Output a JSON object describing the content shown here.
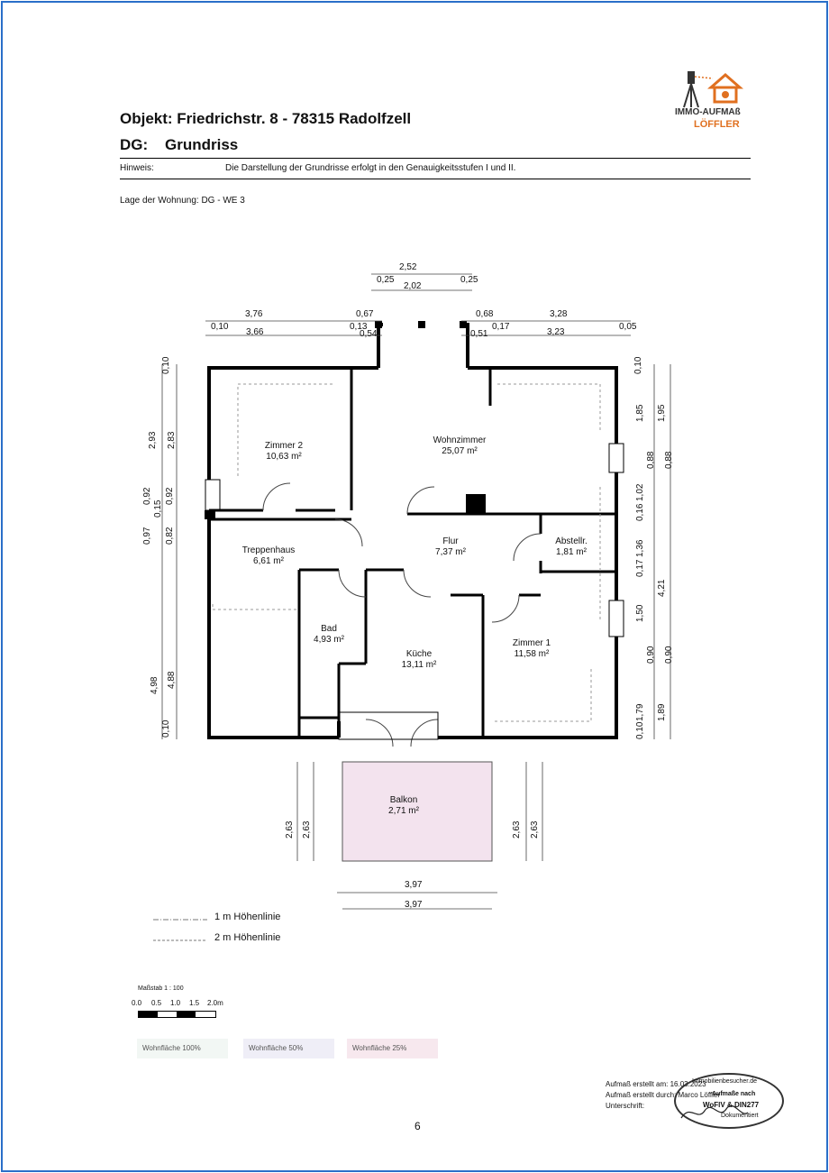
{
  "header": {
    "object_title": "Objekt: Friedrichstr. 8 - 78315 Radolfzell",
    "plan_level": "DG:",
    "plan_type": "Grundriss",
    "hint_label": "Hinweis:",
    "hint_text": "Die Darstellung der Grundrisse erfolgt in den Genauigkeitsstufen I und II.",
    "location": "Lage der Wohnung: DG - WE 3"
  },
  "logo": {
    "line1": "IMMO-AUFMAß",
    "line2": "LÖFFLER",
    "colors": {
      "roof": "#e07020",
      "tripod": "#333333"
    }
  },
  "rooms": [
    {
      "name": "Zimmer 2",
      "area": "10,63 m²"
    },
    {
      "name": "Wohnzimmer",
      "area": "25,07 m²"
    },
    {
      "name": "Treppenhaus",
      "area": "6,61 m²"
    },
    {
      "name": "Flur",
      "area": "7,37 m²"
    },
    {
      "name": "Abstellr.",
      "area": "1,81 m²"
    },
    {
      "name": "Bad",
      "area": "4,93 m²"
    },
    {
      "name": "Küche",
      "area": "13,11 m²"
    },
    {
      "name": "Zimmer 1",
      "area": "11,58 m²"
    },
    {
      "name": "Balkon",
      "area": "2,71 m²"
    }
  ],
  "dimensions": {
    "top": [
      "2,52",
      "0,25",
      "2,02",
      "0,25",
      "3,76",
      "0,67",
      "0,68",
      "3,28",
      "0,10",
      "3,66",
      "0,13",
      "0,54",
      "0,51",
      "0,17",
      "3,23",
      "0,05"
    ],
    "left": [
      "0,10",
      "2,93",
      "2,83",
      "0,92",
      "0,15",
      "0,92",
      "0,97",
      "0,82",
      "4,98",
      "4,88",
      "0,10"
    ],
    "right": [
      "0,10",
      "1,85",
      "1,95",
      "0,88",
      "0,88",
      "1,02",
      "0,16",
      "0,17",
      "1,36",
      "4,21",
      "1,50",
      "0,90",
      "0,90",
      "1,79",
      "1,89",
      "0,10"
    ],
    "balcony_side": [
      "2,63",
      "2,63",
      "2,63",
      "2,63"
    ],
    "bottom": [
      "3,97",
      "3,97"
    ]
  },
  "contour_legend": [
    {
      "label": "1 m Höhenlinie"
    },
    {
      "label": "2 m Höhenlinie"
    }
  ],
  "scale": {
    "label": "Maßstab 1 : 100",
    "ticks": [
      "0.0",
      "0.5",
      "1.0",
      "1.5",
      "2.0m"
    ]
  },
  "area_legend": [
    {
      "label": "Wohnfläche 100%",
      "color": "#f2f7f4"
    },
    {
      "label": "Wohnfläche 50%",
      "color": "#efeef7"
    },
    {
      "label": "Wohnfläche 25%",
      "color": "#f7e8ee"
    }
  ],
  "footer": {
    "created_at": "Aufmaß erstellt am: 16.03.2023",
    "created_by": "Aufmaß erstellt durch: Marco Löffler",
    "signature": "Unterschrift:",
    "stamp_top": "Immobilienbesucher.de",
    "stamp_mid": "Aufmaße nach",
    "stamp_mid2": "WoFlV & DIN277",
    "stamp_bottom": "Dokumentiert",
    "page_number": "6"
  },
  "colors": {
    "balcony_fill": "#f3e3ee",
    "wall": "#000000",
    "accent": "#e07020",
    "page_border": "#2a6fc9"
  }
}
